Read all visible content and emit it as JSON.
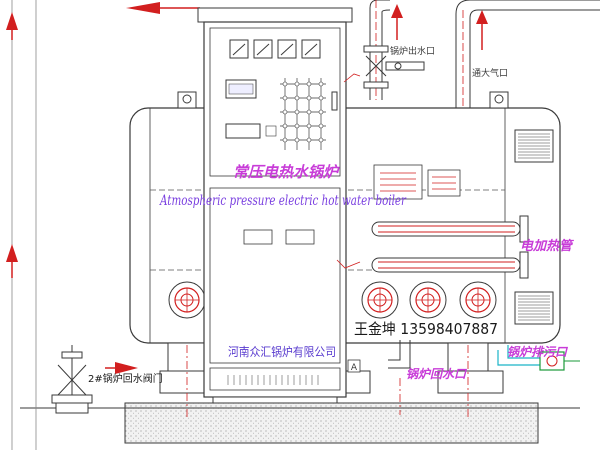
{
  "labels": {
    "outlet": "锅炉出水口",
    "vent": "通大气口",
    "title_cn": "常压电热水锅炉",
    "title_en": "Atmospheric pressure electric hot water boiler",
    "heater": "电加热管",
    "company": "河南众汇锅炉有限公司",
    "contact": "王金坤 13598407887",
    "drain": "锅炉排污口",
    "return_port": "锅炉回水口",
    "return_valve": "2#锅炉回水阀门",
    "panel_marker": "A"
  },
  "colors": {
    "line": "#3a3a3a",
    "pipe_red": "#d21f1f",
    "magenta": "#c83cd8",
    "purple": "#7a3fe0",
    "blue_text": "#5a3ccf",
    "cyan": "#1ab4c8",
    "green": "#1a9a3a"
  },
  "icons": [
    "flow-arrow-icon",
    "gauge-icon",
    "flange-icon",
    "vent-grille-icon",
    "gate-valve-icon"
  ]
}
